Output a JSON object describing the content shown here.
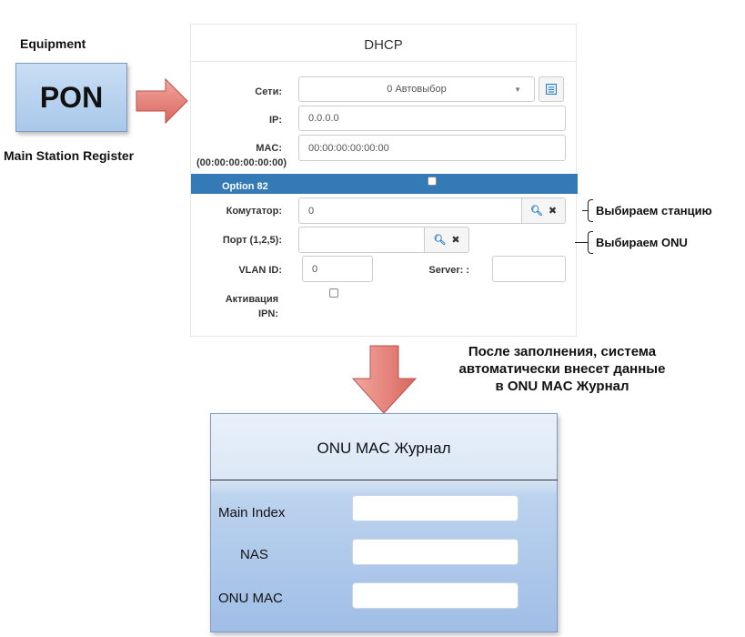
{
  "left": {
    "equipment_label": "Equipment",
    "pon_label": "PON",
    "register_label": "Main Station Register"
  },
  "dhcp": {
    "title": "DHCP",
    "fields": {
      "seti_label": "Сети:",
      "seti_value": "0 Автовыбор",
      "ip_label": "IP:",
      "ip_value": "0.0.0.0",
      "mac_label_1": "MAC:",
      "mac_label_2": "(00:00:00:00:00:00)",
      "mac_value": "00:00:00:00:00:00",
      "option82_label": "Option 82",
      "switch_label": "Комутатор:",
      "switch_value": "0",
      "port_label": "Порт (1,2,5):",
      "port_value": "",
      "vlan_label": "VLAN ID:",
      "vlan_value": "0",
      "server_label": "Server: :",
      "server_value": "",
      "ipn_label_1": "Активация",
      "ipn_label_2": "IPN:"
    }
  },
  "annotations": {
    "choose_station": "Выбираем станцию",
    "choose_onu": "Выбираем ONU",
    "note_line_1": "После заполнения, система",
    "note_line_2": "автоматически внесет данные",
    "note_line_3": "в ONU MAC Журнал"
  },
  "onu_journal": {
    "title": "ONU MAC Журнал",
    "main_index_label": "Main Index",
    "nas_label": "NAS",
    "onu_mac_label": "ONU MAC",
    "main_index_value": "",
    "nas_value": "",
    "onu_mac_value": ""
  },
  "colors": {
    "option_bar": "#337ab7",
    "arrow_fill": "#e8867f",
    "panel_blue": "#a9c8ea"
  }
}
